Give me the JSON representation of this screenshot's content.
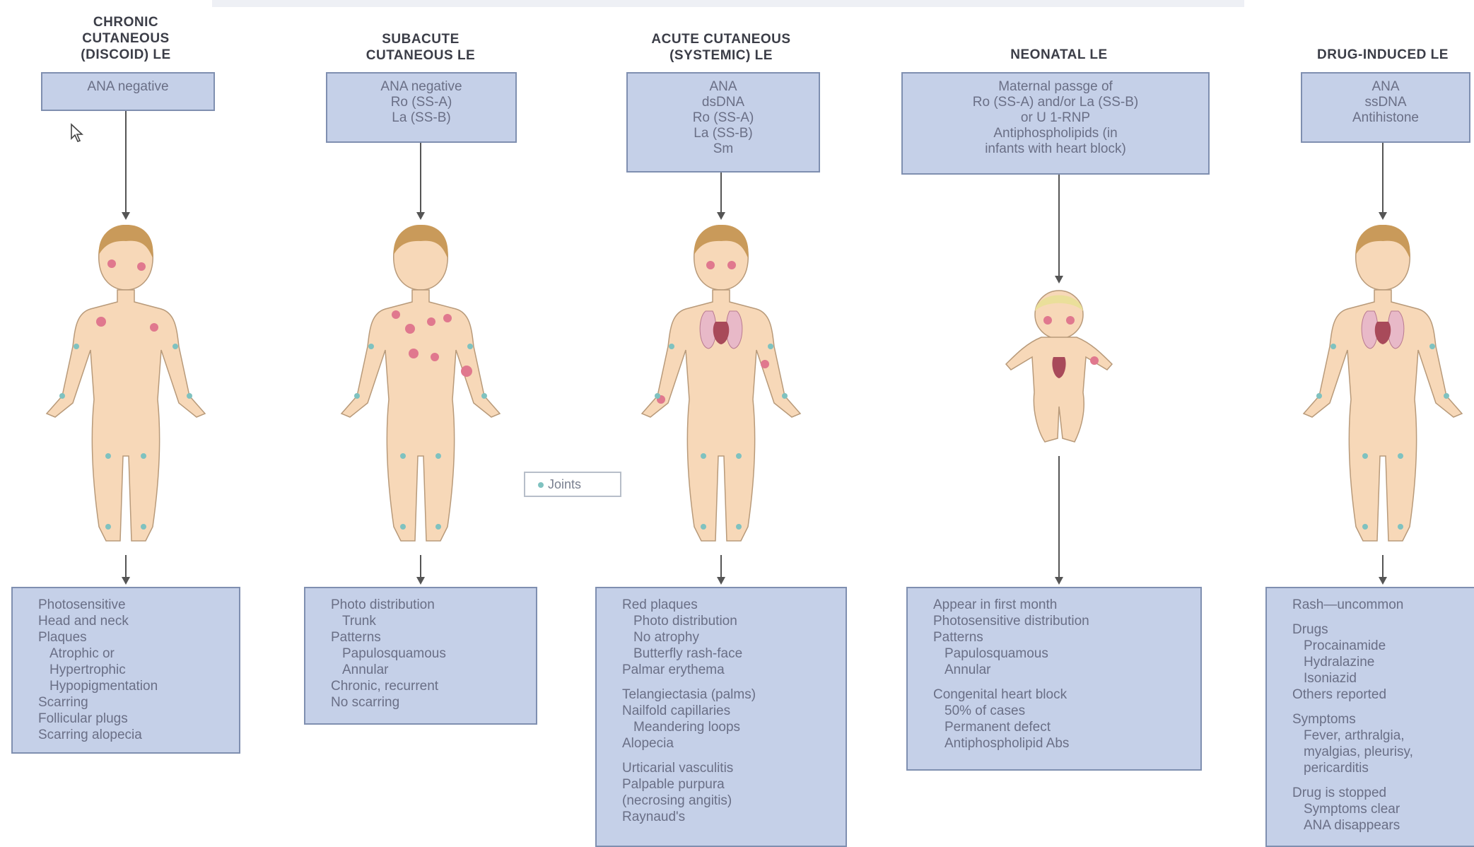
{
  "columns": [
    {
      "title": "CHRONIC\nCUTANEOUS\n(DISCOID) LE",
      "top": [
        "ANA negative"
      ],
      "figure": "adult-female",
      "bottom": [
        {
          "t": "Photosensitive",
          "i": 0,
          "g": 0
        },
        {
          "t": "Head and neck",
          "i": 0,
          "g": 0
        },
        {
          "t": "Plaques",
          "i": 0,
          "g": 0
        },
        {
          "t": "Atrophic or",
          "i": 1,
          "g": 0
        },
        {
          "t": "Hypertrophic",
          "i": 1,
          "g": 0
        },
        {
          "t": "Hypopigmentation",
          "i": 1,
          "g": 0
        },
        {
          "t": "Scarring",
          "i": 0,
          "g": 0
        },
        {
          "t": "Follicular plugs",
          "i": 0,
          "g": 0
        },
        {
          "t": "Scarring alopecia",
          "i": 0,
          "g": 0
        }
      ]
    },
    {
      "title": "SUBACUTE\nCUTANEOUS LE",
      "top": [
        "ANA negative",
        "Ro (SS-A)",
        "La (SS-B)"
      ],
      "figure": "adult-female",
      "bottom": [
        {
          "t": "Photo distribution",
          "i": 0,
          "g": 0
        },
        {
          "t": "Trunk",
          "i": 1,
          "g": 0
        },
        {
          "t": "Patterns",
          "i": 0,
          "g": 0
        },
        {
          "t": "Papulosquamous",
          "i": 1,
          "g": 0
        },
        {
          "t": "Annular",
          "i": 1,
          "g": 0
        },
        {
          "t": "Chronic, recurrent",
          "i": 0,
          "g": 0
        },
        {
          "t": "No scarring",
          "i": 0,
          "g": 0
        }
      ]
    },
    {
      "title": "ACUTE CUTANEOUS\n(SYSTEMIC) LE",
      "top": [
        "ANA",
        "dsDNA",
        "Ro (SS-A)",
        "La (SS-B)",
        "Sm"
      ],
      "figure": "adult-female-organs",
      "bottom": [
        {
          "t": "Red plaques",
          "i": 0,
          "g": 0
        },
        {
          "t": "Photo distribution",
          "i": 1,
          "g": 0
        },
        {
          "t": "No atrophy",
          "i": 1,
          "g": 0
        },
        {
          "t": "Butterfly rash-face",
          "i": 1,
          "g": 0
        },
        {
          "t": "Palmar erythema",
          "i": 0,
          "g": 0
        },
        {
          "t": "Telangiectasia (palms)",
          "i": 0,
          "g": 1
        },
        {
          "t": "Nailfold capillaries",
          "i": 0,
          "g": 0
        },
        {
          "t": "Meandering loops",
          "i": 1,
          "g": 0
        },
        {
          "t": "Alopecia",
          "i": 0,
          "g": 0
        },
        {
          "t": "Urticarial vasculitis",
          "i": 0,
          "g": 1
        },
        {
          "t": "Palpable purpura",
          "i": 0,
          "g": 0
        },
        {
          "t": "(necrosing angitis)",
          "i": 0,
          "g": 0
        },
        {
          "t": "Raynaud's",
          "i": 0,
          "g": 0
        }
      ]
    },
    {
      "title": "NEONATAL LE",
      "top": [
        "Maternal passge of",
        "Ro (SS-A) and/or La (SS-B)",
        "or U 1-RNP",
        "Antiphospholipids (in",
        "infants with heart block)"
      ],
      "figure": "infant",
      "bottom": [
        {
          "t": "Appear in first month",
          "i": 0,
          "g": 0
        },
        {
          "t": "Photosensitive distribution",
          "i": 0,
          "g": 0
        },
        {
          "t": "Patterns",
          "i": 0,
          "g": 0
        },
        {
          "t": "Papulosquamous",
          "i": 1,
          "g": 0
        },
        {
          "t": "Annular",
          "i": 1,
          "g": 0
        },
        {
          "t": "Congenital heart block",
          "i": 0,
          "g": 1
        },
        {
          "t": "50% of cases",
          "i": 1,
          "g": 0
        },
        {
          "t": "Permanent defect",
          "i": 1,
          "g": 0
        },
        {
          "t": "Antiphospholipid Abs",
          "i": 1,
          "g": 0
        }
      ]
    },
    {
      "title": "DRUG-INDUCED LE",
      "top": [
        "ANA",
        "ssDNA",
        "Antihistone"
      ],
      "figure": "adult-female-organs",
      "bottom": [
        {
          "t": "Rash—uncommon",
          "i": 0,
          "g": 0
        },
        {
          "t": "Drugs",
          "i": 0,
          "g": 1
        },
        {
          "t": "Procainamide",
          "i": 1,
          "g": 0
        },
        {
          "t": "Hydralazine",
          "i": 1,
          "g": 0
        },
        {
          "t": "Isoniazid",
          "i": 1,
          "g": 0
        },
        {
          "t": "Others reported",
          "i": 0,
          "g": 0
        },
        {
          "t": "Symptoms",
          "i": 0,
          "g": 1
        },
        {
          "t": "Fever, arthralgia,",
          "i": 1,
          "g": 0
        },
        {
          "t": "myalgias, pleurisy,",
          "i": 1,
          "g": 0
        },
        {
          "t": "pericarditis",
          "i": 1,
          "g": 0
        },
        {
          "t": "Drug is stopped",
          "i": 0,
          "g": 1
        },
        {
          "t": "Symptoms clear",
          "i": 1,
          "g": 0
        },
        {
          "t": "ANA disappears",
          "i": 1,
          "g": 0
        }
      ]
    }
  ],
  "legend": "Joints",
  "colors": {
    "box": "#c5d0e8",
    "border": "#7f8fb0",
    "skin": "#f7d8b8",
    "rash": "#e0788e",
    "joint": "#7fc2c0"
  }
}
